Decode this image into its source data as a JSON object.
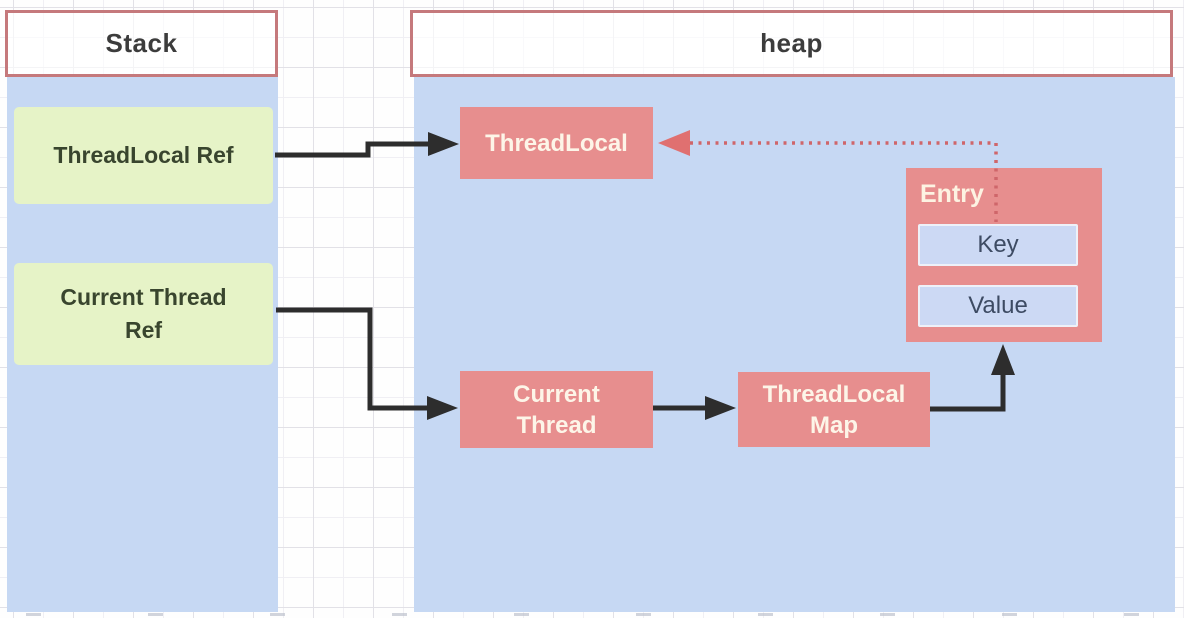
{
  "title": "ThreadLocal stack-heap reference diagram",
  "colors": {
    "region_fill": "#c6d8f3",
    "header_border": "#c5797c",
    "stack_item_fill": "#e6f3c7",
    "stack_item_text": "#39452e",
    "heap_node_fill": "#e78e8e",
    "heap_node_text": "#fdf5e8",
    "entry_field_fill": "#ccd9f4",
    "entry_field_text": "#3d4b63",
    "strong_ref_arrow": "#2d2d2d",
    "weak_ref_arrow": "#cf666a"
  },
  "stack": {
    "header": "Stack",
    "items": [
      {
        "id": "threadlocal-ref",
        "lines": [
          "ThreadLocal Ref"
        ]
      },
      {
        "id": "current-thread-ref",
        "lines": [
          "Current Thread",
          "Ref"
        ]
      }
    ]
  },
  "heap": {
    "header": "heap",
    "nodes": [
      {
        "id": "threadlocal",
        "lines": [
          "ThreadLocal"
        ]
      },
      {
        "id": "current-thread",
        "lines": [
          "Current",
          "Thread"
        ]
      },
      {
        "id": "threadlocal-map",
        "lines": [
          "ThreadLocal",
          "Map"
        ]
      },
      {
        "id": "entry",
        "label": "Entry",
        "fields": [
          {
            "label": "Key"
          },
          {
            "label": "Value"
          }
        ]
      }
    ]
  },
  "edges": [
    {
      "from": "threadlocal-ref",
      "to": "threadlocal",
      "style": "solid-black"
    },
    {
      "from": "current-thread-ref",
      "to": "current-thread",
      "style": "solid-black"
    },
    {
      "from": "current-thread",
      "to": "threadlocal-map",
      "style": "solid-black"
    },
    {
      "from": "threadlocal-map",
      "to": "entry",
      "style": "solid-black"
    },
    {
      "from": "entry-key",
      "to": "threadlocal",
      "style": "dotted-red"
    }
  ]
}
